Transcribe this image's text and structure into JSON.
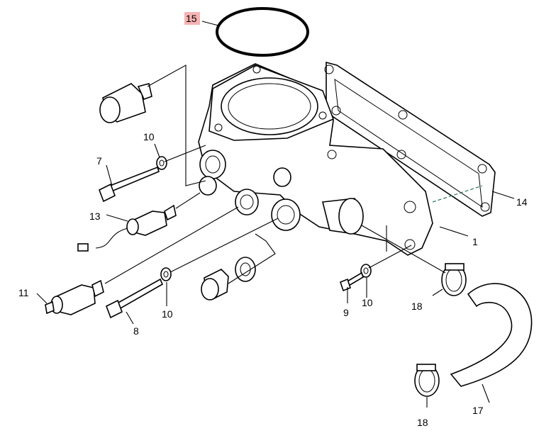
{
  "callouts": {
    "c1": "1",
    "c7": "7",
    "c8": "8",
    "c9": "9",
    "c10a": "10",
    "c10b": "10",
    "c10c": "10",
    "c11": "11",
    "c13": "13",
    "c14": "14",
    "c15": "15",
    "c17": "17",
    "c18a": "18",
    "c18b": "18"
  },
  "colors": {
    "highlight": "#f7b3b3",
    "hidden_line": "#2f7a5a"
  }
}
